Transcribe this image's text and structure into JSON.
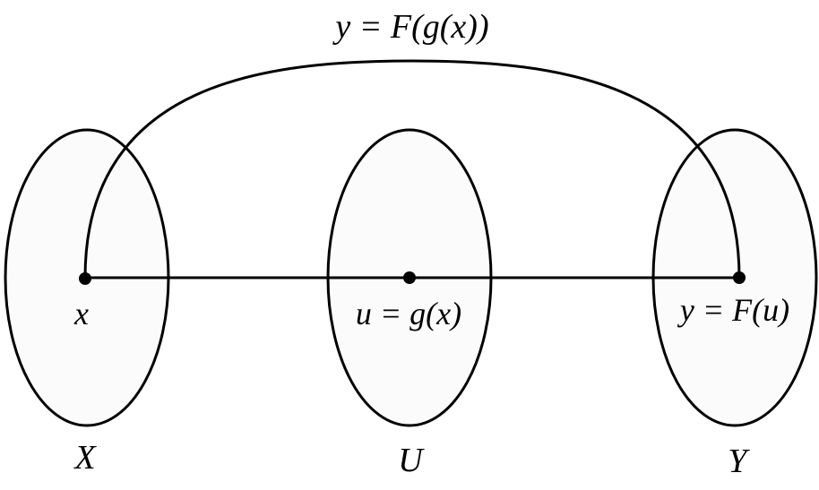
{
  "diagram": {
    "composite_label": "y = F(g(x))",
    "sets": {
      "domain": {
        "name": "X",
        "point_label": "x"
      },
      "intermediate": {
        "name": "U",
        "point_label": "u = g(x)"
      },
      "codomain": {
        "name": "Y",
        "point_label": "y = F(u)"
      }
    },
    "colors": {
      "stroke": "#000000",
      "set_fill": "#fbfbfb",
      "background": "#ffffff"
    }
  }
}
